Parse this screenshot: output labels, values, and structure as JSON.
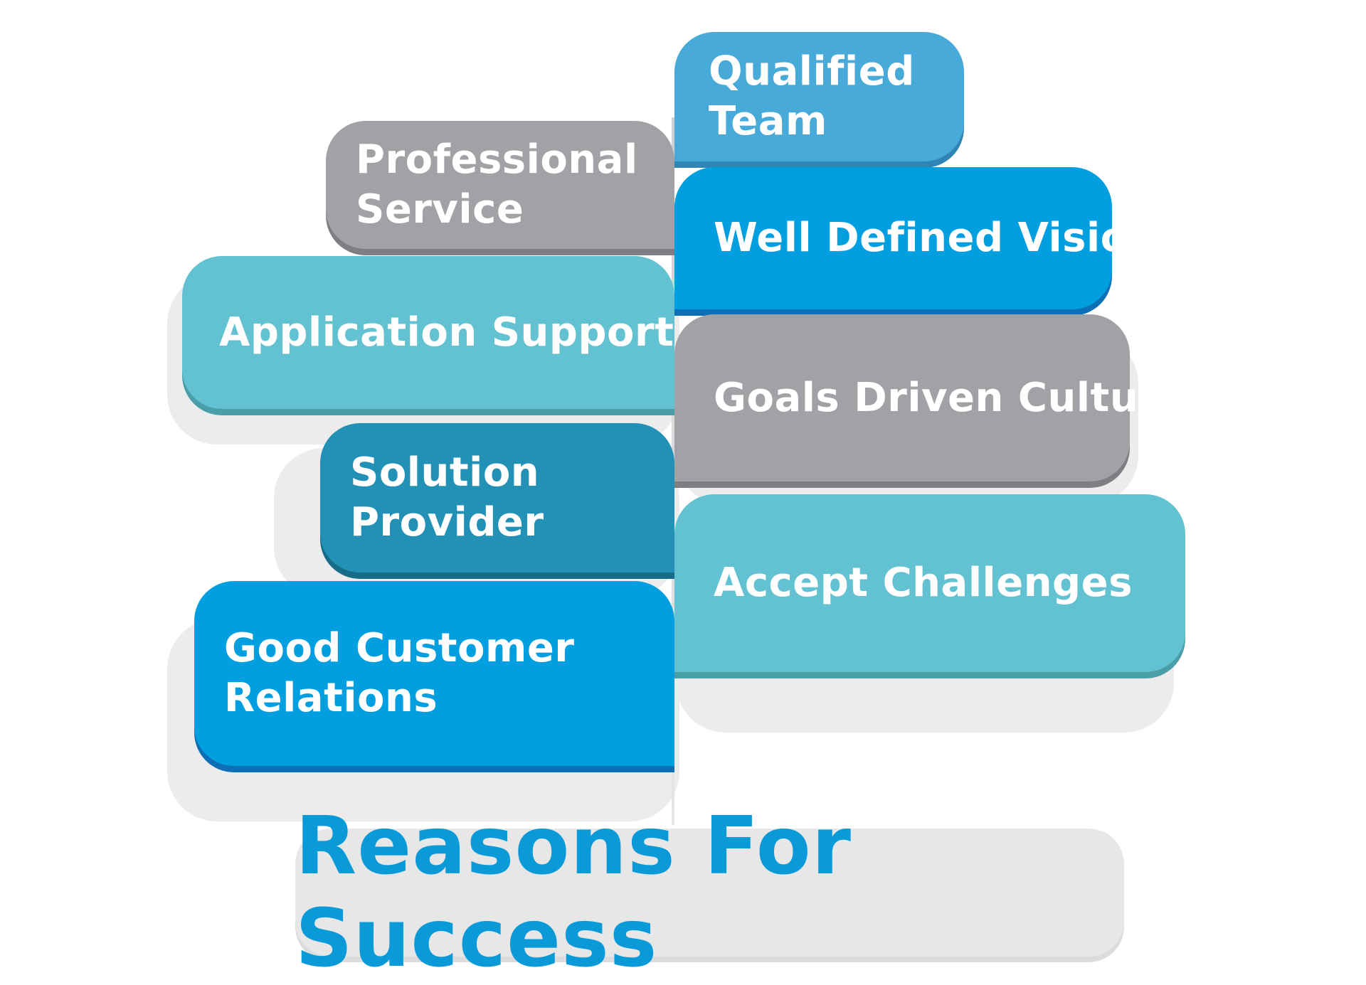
{
  "title": "Reasons For Success",
  "items": [
    {
      "label_lines": [
        "Qualified",
        "Team"
      ],
      "side": "right",
      "color": "#48aad8",
      "shade": "#2f86b5"
    },
    {
      "label_lines": [
        "Professional",
        "Service"
      ],
      "side": "left",
      "color": "#a1a2a5",
      "shade": "#7e7f83"
    },
    {
      "label_lines": [
        "Well Defined Vision"
      ],
      "side": "right",
      "color": "#029fe0",
      "shade": "#0d6fb5"
    },
    {
      "label_lines": [
        "Application Support"
      ],
      "side": "left",
      "color": "#63c2d1",
      "shade": "#4a9ea8"
    },
    {
      "label_lines": [
        "Goals Driven Culture"
      ],
      "side": "right",
      "color": "#a1a2a5",
      "shade": "#7e7f83"
    },
    {
      "label_lines": [
        "Solution",
        "Provider"
      ],
      "side": "left",
      "color": "#2391b6",
      "shade": "#176d88"
    },
    {
      "label_lines": [
        "Accept Challenges"
      ],
      "side": "right",
      "color": "#63c2d1",
      "shade": "#4a9ea8"
    },
    {
      "label_lines": [
        "Good Customer",
        "Relations"
      ],
      "side": "left",
      "color": "#029fe0",
      "shade": "#0d6fb5"
    }
  ]
}
